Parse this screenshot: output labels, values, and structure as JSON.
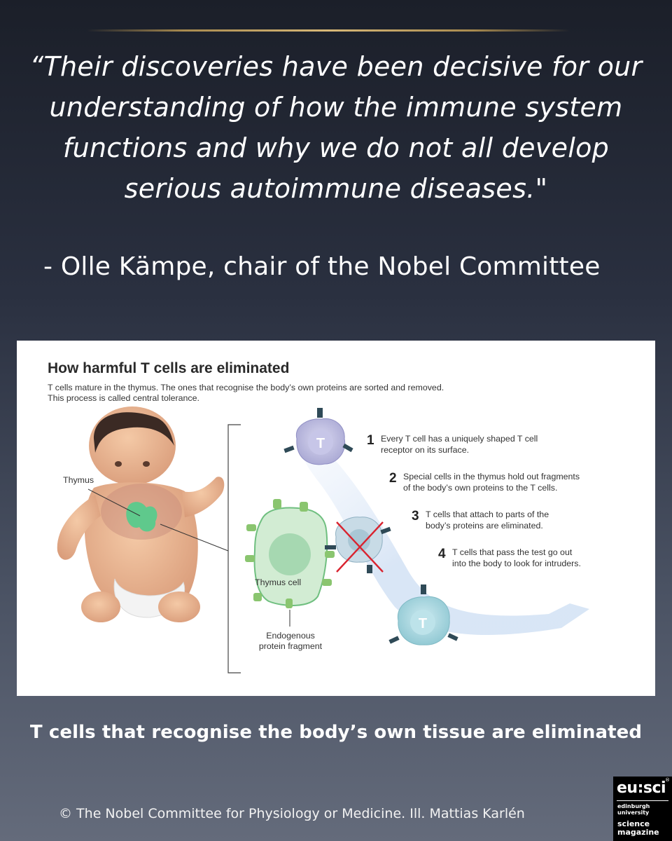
{
  "quote": {
    "lines": [
      "“Their discoveries have been decisive for our",
      "understanding of how the immune system",
      "functions and why we do not all develop",
      "serious autoimmune diseases.\""
    ],
    "attribution": "- Olle Kämpe, chair of the Nobel Committee"
  },
  "figure": {
    "title": "How harmful T cells are eliminated",
    "subtitle_lines": [
      "T cells mature in the thymus. The ones that recognise the body’s own proteins are sorted and removed.",
      "This process is called central tolerance."
    ],
    "labels": {
      "thymus": "Thymus",
      "thymus_cell": "Thymus cell",
      "fragment": "Endogenous\nprotein fragment",
      "t_cell_letter": "T"
    },
    "steps": [
      {
        "num": "1",
        "text": "Every T cell has a uniquely shaped T cell\nreceptor on its surface."
      },
      {
        "num": "2",
        "text": "Special cells in the thymus hold out fragments\nof the body’s own proteins to the T cells."
      },
      {
        "num": "3",
        "text": "T cells that attach to parts of the\nbody’s proteins are eliminated."
      },
      {
        "num": "4",
        "text": "T cells that pass the test go out\ninto the body to look for intruders."
      }
    ]
  },
  "caption": "T cells that recognise the body’s own tissue are eliminated",
  "credit": "© The Nobel Committee for Physiology or Medicine. Ill. Mattias Karlén",
  "logo": {
    "brand": "eu:sci",
    "reg": "®",
    "line1": "edinburgh\nuniversity",
    "line2": "science\nmagazine"
  },
  "colors": {
    "gold": "#d8b878",
    "thymus_green": "#7fcf9c",
    "t_cell_purple": "#b9b8de",
    "t_cell_teal": "#9fd3dc",
    "cross_red": "#d9232f",
    "receptor_dark": "#2f4a57"
  }
}
